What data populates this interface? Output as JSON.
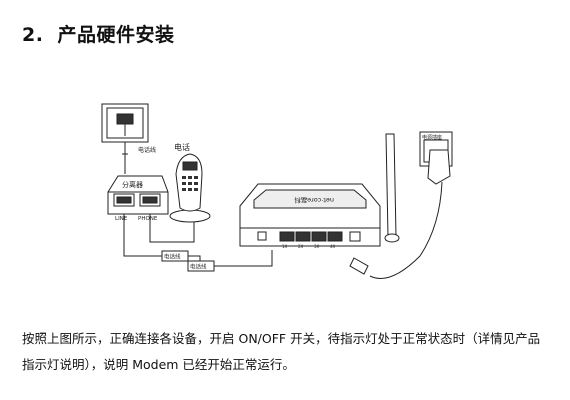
{
  "section": {
    "number": "2.",
    "title": "产品硬件安装"
  },
  "diagram": {
    "labels": {
      "phone_line_top": "电话线",
      "phone": "电话",
      "splitter": "分离器",
      "line_port": "LINE",
      "phone_port": "PHONE",
      "phone_line_left": "电话线",
      "phone_line_bottom": "电话线",
      "power_outlet": "电源插座",
      "brand": "net·core磊科",
      "lan_ports": [
        "1X",
        "2X",
        "3X",
        "4X"
      ]
    }
  },
  "paragraph": {
    "line1": "按照上图所示，正确连接各设备，开启 ON/OFF 开关，待指示灯处于正常状态时（详情见产品",
    "line2": "指示灯说明），说明 Modem 已经开始正常运行。"
  }
}
